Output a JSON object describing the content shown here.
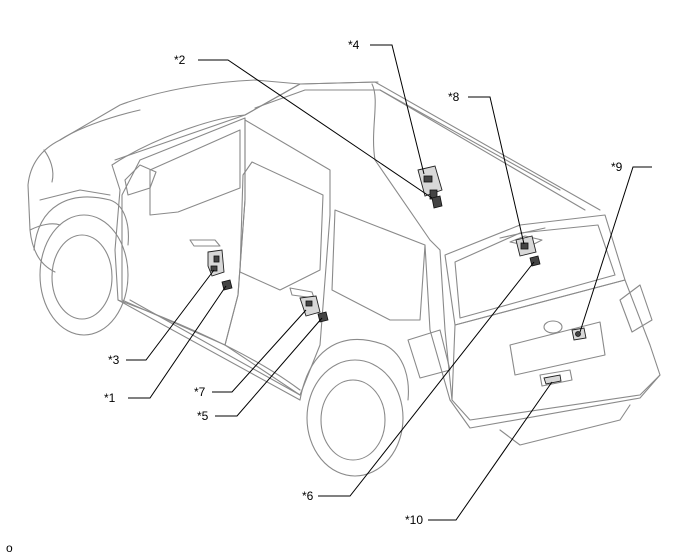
{
  "callouts": {
    "c1": "*1",
    "c2": "*2",
    "c3": "*3",
    "c4": "*4",
    "c5": "*5",
    "c6": "*6",
    "c7": "*7",
    "c8": "*8",
    "c9": "*9",
    "c10": "*10"
  },
  "corner_mark": "o",
  "colors": {
    "outline": "#8a8a8a",
    "leader": "#000000",
    "part_fill": "#d8d8d8"
  }
}
